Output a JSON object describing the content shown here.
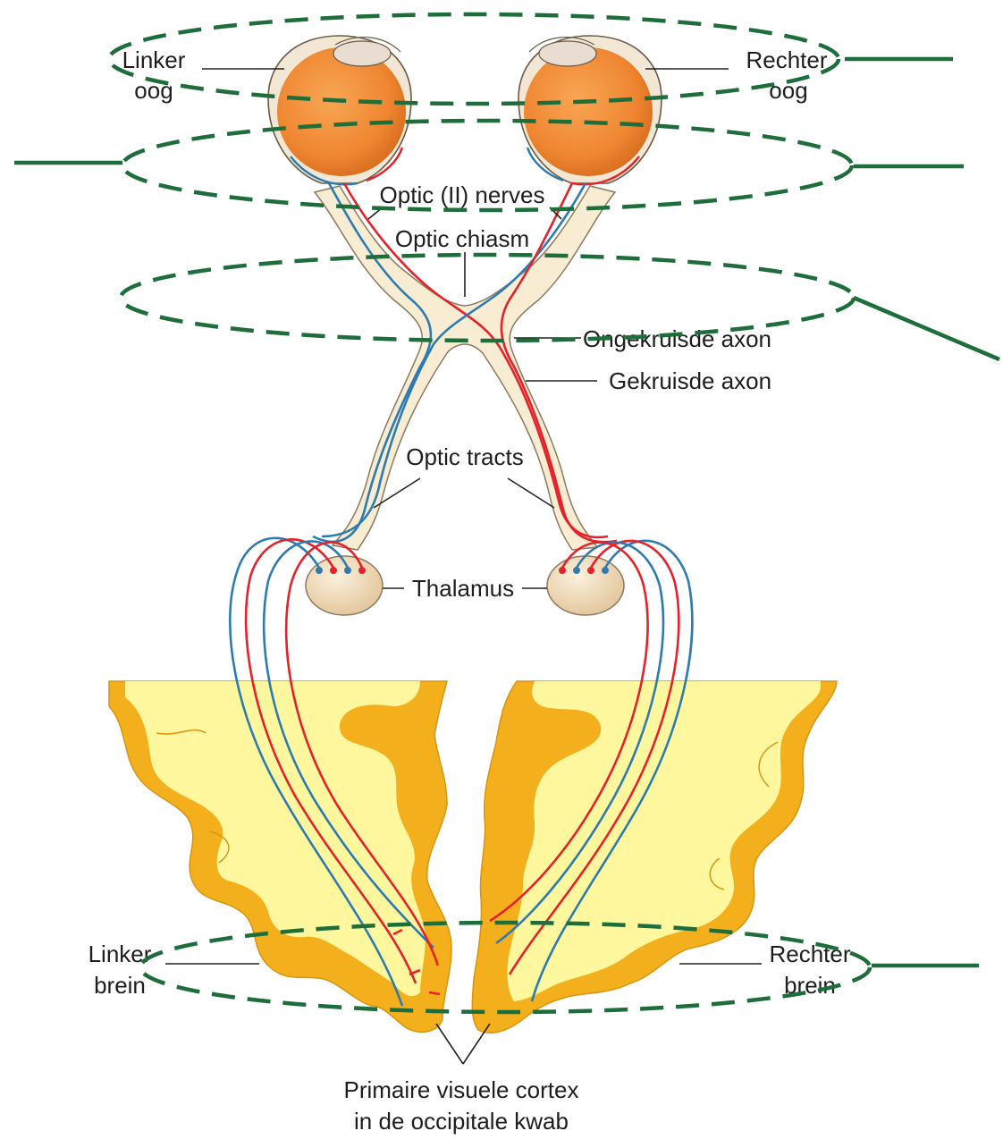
{
  "labels": {
    "left_eye_1": "Linker",
    "left_eye_2": "oog",
    "right_eye_1": "Rechter",
    "right_eye_2": "oog",
    "optic_nerves": "Optic (II) nerves",
    "optic_chiasm": "Optic chiasm",
    "uncrossed_axon": "Ongekruisde axon",
    "crossed_axon": "Gekruisde axon",
    "optic_tracts": "Optic tracts",
    "thalamus": "Thalamus",
    "left_brain_1": "Linker",
    "left_brain_2": "brein",
    "right_brain_1": "Rechter",
    "right_brain_2": "brein",
    "cortex_1": "Primaire visuele cortex",
    "cortex_2": "in de occipitale kwab"
  },
  "colors": {
    "eyeball": "#f08a35",
    "nerve_fill": "#f8ecd2",
    "crossed_fiber": "#e5222a",
    "uncrossed_fiber": "#2e7bb0",
    "cortex_orange": "#f3b01c",
    "white_matter": "#fff79e",
    "annotation_green": "#1d6e3a"
  }
}
